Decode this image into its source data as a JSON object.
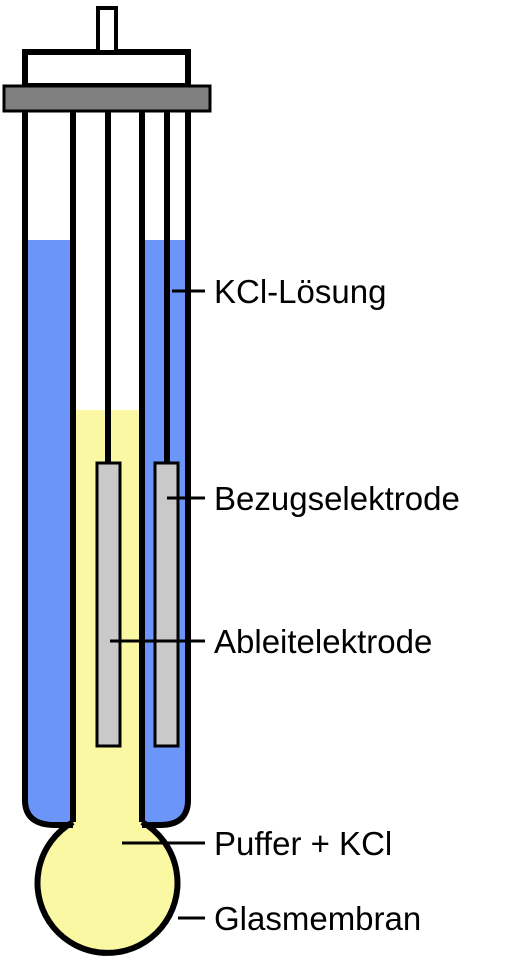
{
  "diagram": {
    "labels": {
      "kcl_loesung": "KCl-Lösung",
      "bezugselektrode": "Bezugselektrode",
      "ableitelektrode": "Ableitelektrode",
      "puffer_kcl": "Puffer + KCl",
      "glasmembran": "Glasmembran"
    },
    "colors": {
      "kcl_solution": "#6b95f9",
      "buffer_solution": "#fbf8a3",
      "electrode": "#c9c9c9",
      "cap": "#808080",
      "outline": "#000000",
      "background": "#ffffff"
    }
  }
}
